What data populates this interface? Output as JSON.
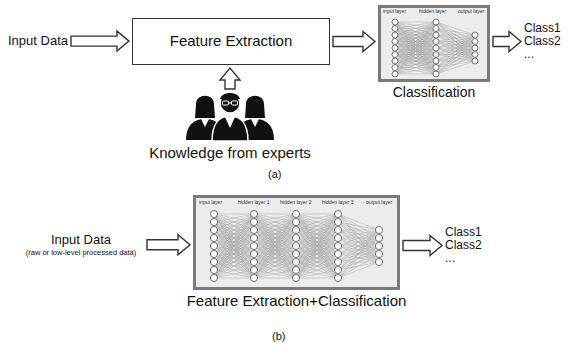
{
  "diagram": {
    "nodes": [
      {
        "text": [
          "Input Data"
        ]
      },
      {
        "text": [
          "Feature Extraction"
        ]
      },
      {
        "text": [
          "Classification"
        ]
      },
      {
        "text": [
          "Class1",
          "Class2",
          "..."
        ]
      },
      {
        "text": [
          "Knowledge from experts"
        ]
      },
      {
        "text": [
          "Input Data",
          "(raw or low-level processed data)"
        ]
      },
      {
        "text": [
          "Feature Extraction+Classification"
        ]
      },
      {
        "text": [
          "Class1",
          "Class2",
          "..."
        ]
      }
    ],
    "edges": [
      {
        "from": 0,
        "to": 1,
        "arrow": "to"
      },
      {
        "from": 4,
        "to": 1,
        "arrow": "to"
      },
      {
        "from": 1,
        "to": 2,
        "arrow": "to"
      },
      {
        "from": 2,
        "to": 3,
        "arrow": "to"
      },
      {
        "from": 5,
        "to": 6,
        "arrow": "to"
      },
      {
        "from": 6,
        "to": 7,
        "arrow": "to"
      }
    ],
    "labels": [
      "(a)",
      "(b)",
      "input layer",
      "hidden layer",
      "output layer",
      "input layer",
      "hidden layer 1",
      "hidden layer 2",
      "hidden layer 3",
      "output layer"
    ]
  }
}
